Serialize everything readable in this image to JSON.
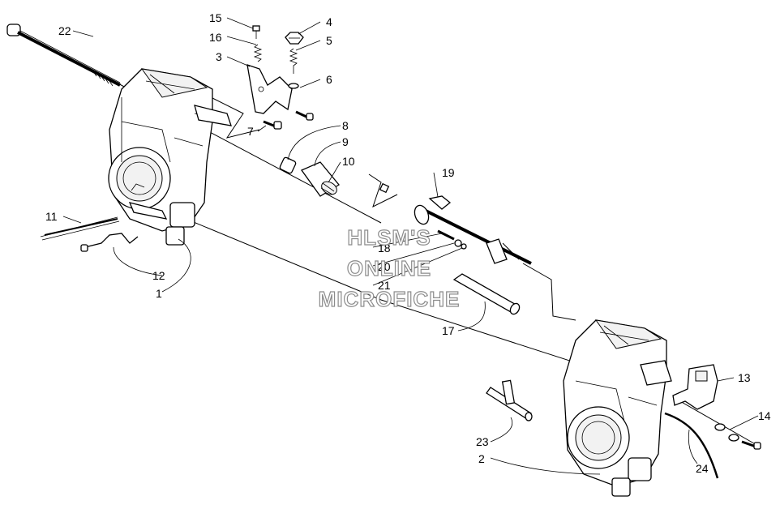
{
  "callouts": [
    {
      "label": "22"
    },
    {
      "label": "15"
    },
    {
      "label": "16"
    },
    {
      "label": "3"
    },
    {
      "label": "4"
    },
    {
      "label": "5"
    },
    {
      "label": "6"
    },
    {
      "label": "7"
    },
    {
      "label": "8"
    },
    {
      "label": "9"
    },
    {
      "label": "10"
    },
    {
      "label": "19"
    },
    {
      "label": "11"
    },
    {
      "label": "12"
    },
    {
      "label": "1"
    },
    {
      "label": "18"
    },
    {
      "label": "20"
    },
    {
      "label": "21"
    },
    {
      "label": "17"
    },
    {
      "label": "13"
    },
    {
      "label": "14"
    },
    {
      "label": "23"
    },
    {
      "label": "2"
    },
    {
      "label": "24"
    }
  ],
  "watermark": [
    "HLSM'S",
    "ONLINE",
    "MICROFICHE"
  ],
  "colors": {
    "ink": "#000000",
    "watermark": "#8c8c8c",
    "background": "#ffffff"
  }
}
